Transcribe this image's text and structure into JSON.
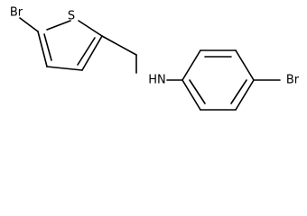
{
  "labels": {
    "br_thiophene": "Br",
    "sulfur": "S",
    "amine": "HN",
    "br_phenyl": "Br"
  }
}
